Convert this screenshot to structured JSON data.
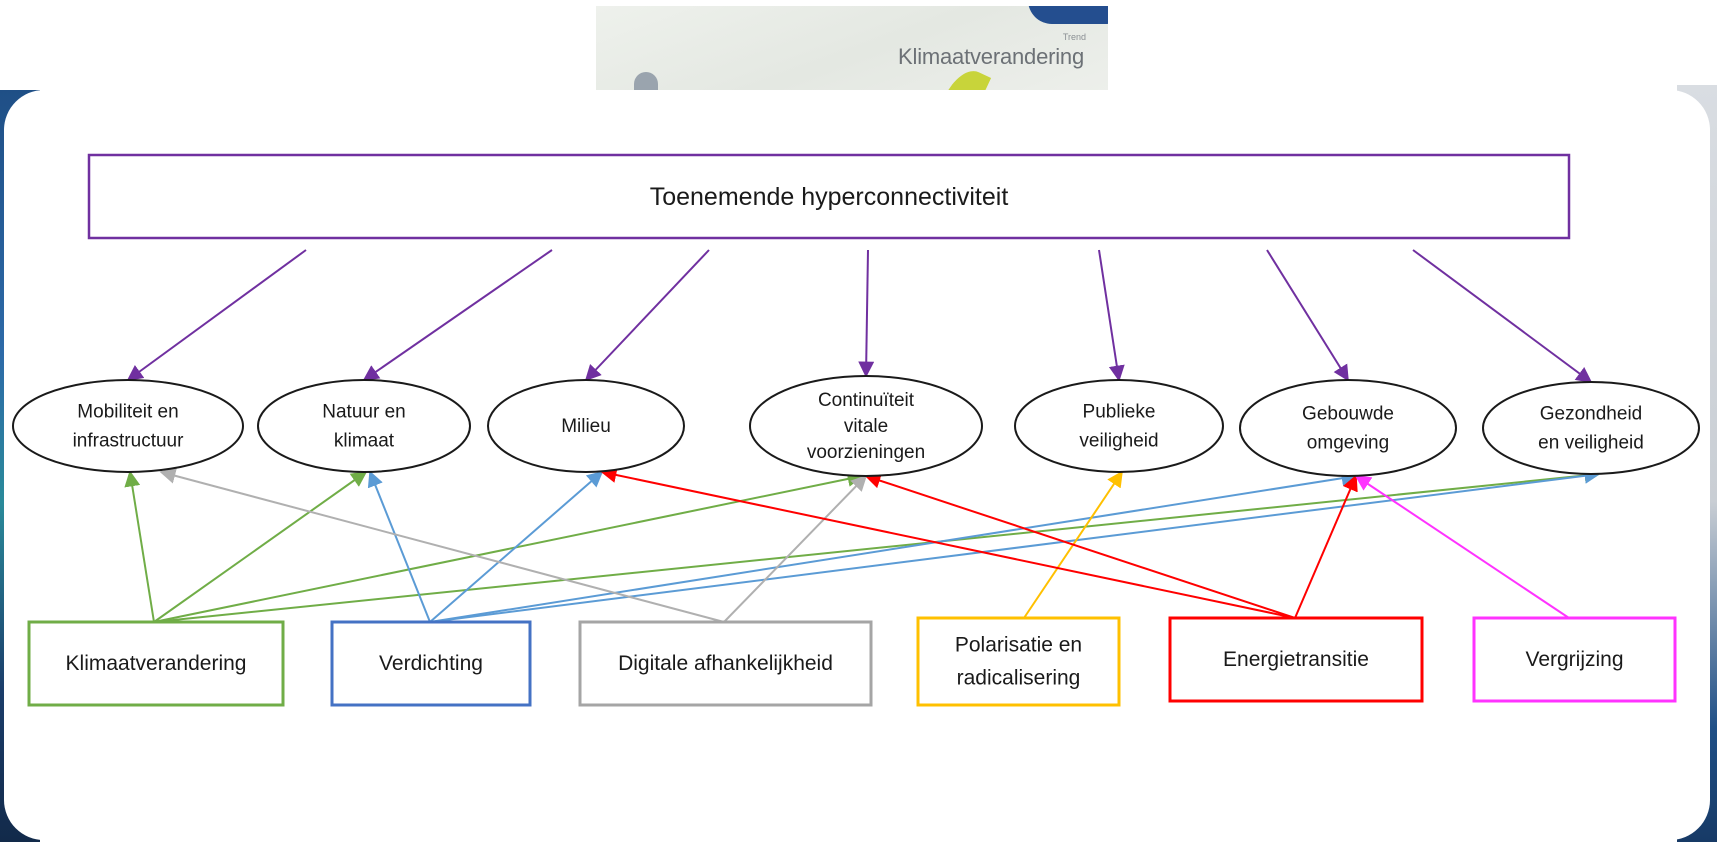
{
  "background_thumbnail": {
    "kicker": "Trend",
    "title": "Klimaatverandering"
  },
  "diagram": {
    "top": {
      "label": "Toenemende hyperconnectiviteit",
      "color": "#7030a0"
    },
    "domains": [
      {
        "id": "mobiliteit",
        "lines": [
          "Mobiliteit en",
          "infrastructuur"
        ]
      },
      {
        "id": "natuur",
        "lines": [
          "Natuur en",
          "klimaat"
        ]
      },
      {
        "id": "milieu",
        "lines": [
          "Milieu"
        ]
      },
      {
        "id": "continuiteit",
        "lines": [
          "Continuïteit",
          "vitale",
          "voorzieningen"
        ]
      },
      {
        "id": "veiligheid",
        "lines": [
          "Publieke",
          "veiligheid"
        ]
      },
      {
        "id": "gebouwde",
        "lines": [
          "Gebouwde",
          "omgeving"
        ]
      },
      {
        "id": "gezondheid",
        "lines": [
          "Gezondheid",
          "en veiligheid"
        ]
      }
    ],
    "trends": [
      {
        "id": "klimaat",
        "lines": [
          "Klimaatverandering"
        ],
        "color": "#70ad47",
        "targets": [
          "mobiliteit",
          "natuur",
          "continuiteit",
          "gezondheid"
        ]
      },
      {
        "id": "verdichting",
        "lines": [
          "Verdichting"
        ],
        "color": "#4472c4",
        "arrow_color": "#5b9bd5",
        "targets": [
          "natuur",
          "milieu",
          "gebouwde",
          "gezondheid"
        ]
      },
      {
        "id": "digitaal",
        "lines": [
          "Digitale afhankelijkheid"
        ],
        "color": "#a5a5a5",
        "arrow_color": "#b0b0b0",
        "targets": [
          "mobiliteit",
          "continuiteit"
        ]
      },
      {
        "id": "polarisatie",
        "lines": [
          "Polarisatie en",
          "radicalisering"
        ],
        "color": "#ffc000",
        "targets": [
          "veiligheid"
        ]
      },
      {
        "id": "energie",
        "lines": [
          "Energietransitie"
        ],
        "color": "#ff0000",
        "targets": [
          "milieu",
          "continuiteit",
          "gebouwde"
        ]
      },
      {
        "id": "vergrijzing",
        "lines": [
          "Vergrijzing"
        ],
        "color": "#ff33ff",
        "targets": [
          "gebouwde"
        ]
      }
    ]
  }
}
